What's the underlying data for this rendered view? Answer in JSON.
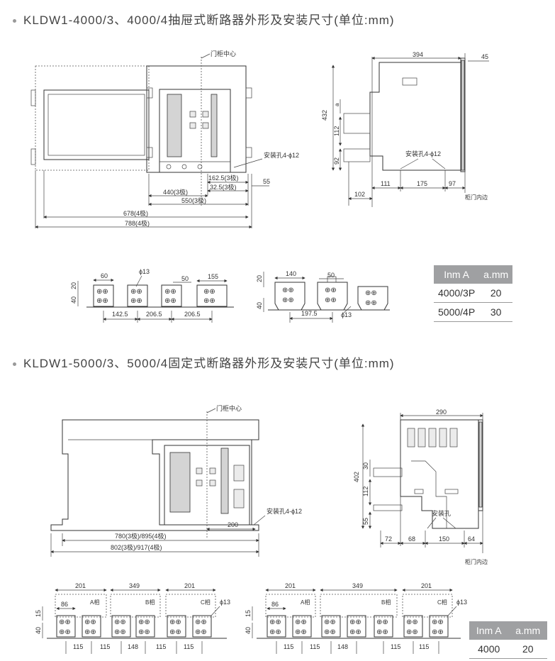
{
  "section1": {
    "title": "KLDW1-4000/3、4000/4抽屉式断路器外形及安装尺寸(单位:mm)",
    "front": {
      "cabinet_center": "门柜中心",
      "hole": "安装孔4-ϕ12",
      "d1": "162.5(3极)",
      "d2": "32.5(3极)",
      "d3": "55",
      "d4": "440(3极)",
      "d5": "550(3极)",
      "d6": "678(4极)",
      "d7": "788(4极)"
    },
    "side": {
      "w": "394",
      "t": "45",
      "h": "432",
      "a": "a",
      "h1": "112",
      "h2": "92",
      "hole": "安装孔4-ϕ12",
      "d1": "102",
      "d2": "111",
      "d3": "175",
      "d4": "97",
      "door": "柜门内边"
    },
    "terminal_left": {
      "a": "60",
      "b": "ϕ13",
      "c": "50",
      "d": "155",
      "e": "20",
      "f": "40",
      "g": "142.5",
      "h": "206.5",
      "i": "206.5"
    },
    "terminal_right": {
      "a": "140",
      "b": "50",
      "c": "20",
      "d": "40",
      "e": "197.5",
      "f": "ϕ13"
    },
    "table": {
      "headers": [
        "Inm A",
        "a.mm"
      ],
      "rows": [
        [
          "4000/3P",
          "20"
        ],
        [
          "5000/4P",
          "30"
        ]
      ]
    }
  },
  "section2": {
    "title": "KLDW1-5000/3、5000/4固定式断路器外形及安装尺寸(单位:mm)",
    "front": {
      "cabinet_center": "门柜中心",
      "hole": "安装孔4-ϕ12",
      "d1": "200",
      "d2": "780(3极)/895(4极)",
      "d3": "802(3极)/917(4极)"
    },
    "side": {
      "w": "290",
      "h": "402",
      "h1": "30",
      "h2": "112",
      "h3": "55",
      "hole": "安装孔",
      "d1": "72",
      "d2": "68",
      "d3": "150",
      "d4": "64",
      "door": "柜门内边"
    },
    "terminal_left": {
      "a": "201",
      "b": "349",
      "c": "201",
      "d": "86",
      "e": "A相",
      "f": "B相",
      "g": "C相",
      "h": "ϕ13",
      "i": "15",
      "j": "40",
      "k": "115",
      "l": "115",
      "m": "148",
      "n": "115",
      "o": "115"
    },
    "terminal_right": {
      "a": "201",
      "b": "349",
      "c": "201",
      "d": "86",
      "e": "A相",
      "f": "B相",
      "g": "C相",
      "h": "ϕ13",
      "i": "15",
      "j": "40",
      "k": "115",
      "l": "115",
      "m": "148",
      "n": "115",
      "o": "115"
    },
    "table": {
      "headers": [
        "Inm A",
        "a.mm"
      ],
      "rows": [
        [
          "4000",
          "20"
        ]
      ]
    }
  }
}
